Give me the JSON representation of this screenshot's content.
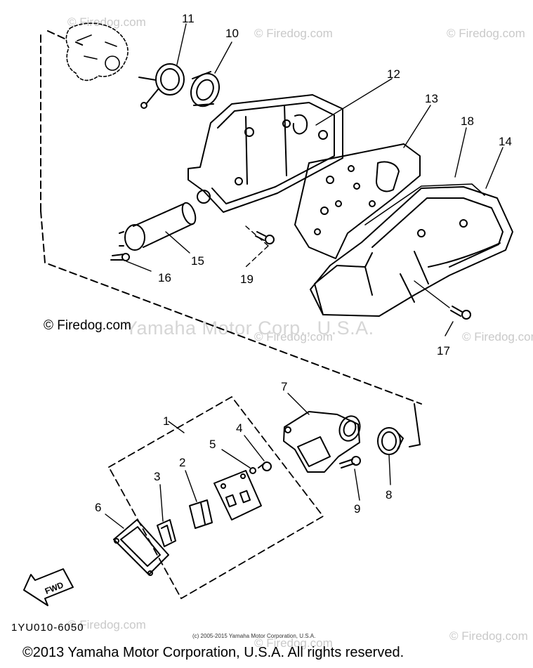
{
  "callouts": [
    {
      "id": "1",
      "label": "1"
    },
    {
      "id": "2",
      "label": "2"
    },
    {
      "id": "3",
      "label": "3"
    },
    {
      "id": "4",
      "label": "4"
    },
    {
      "id": "5",
      "label": "5"
    },
    {
      "id": "6",
      "label": "6"
    },
    {
      "id": "7",
      "label": "7"
    },
    {
      "id": "8",
      "label": "8"
    },
    {
      "id": "9",
      "label": "9"
    },
    {
      "id": "10",
      "label": "10"
    },
    {
      "id": "11",
      "label": "11"
    },
    {
      "id": "12",
      "label": "12"
    },
    {
      "id": "13",
      "label": "13"
    },
    {
      "id": "14",
      "label": "14"
    },
    {
      "id": "15",
      "label": "15"
    },
    {
      "id": "16",
      "label": "16"
    },
    {
      "id": "17",
      "label": "17"
    },
    {
      "id": "18",
      "label": "18"
    },
    {
      "id": "19",
      "label": "19"
    }
  ],
  "fwd_label": "FWD",
  "watermark_text": "© Firedog.com",
  "watermark_center": "Yamaha Motor Corp., U.S.A.",
  "firedog_label": "© Firedog.com",
  "part_code": "1YU010-6050",
  "small_copyright": "(c) 2005-2015 Yamaha Motor Corporation, U.S.A.",
  "copyright": "©2013 Yamaha Motor Corporation, U.S.A. All rights reserved."
}
